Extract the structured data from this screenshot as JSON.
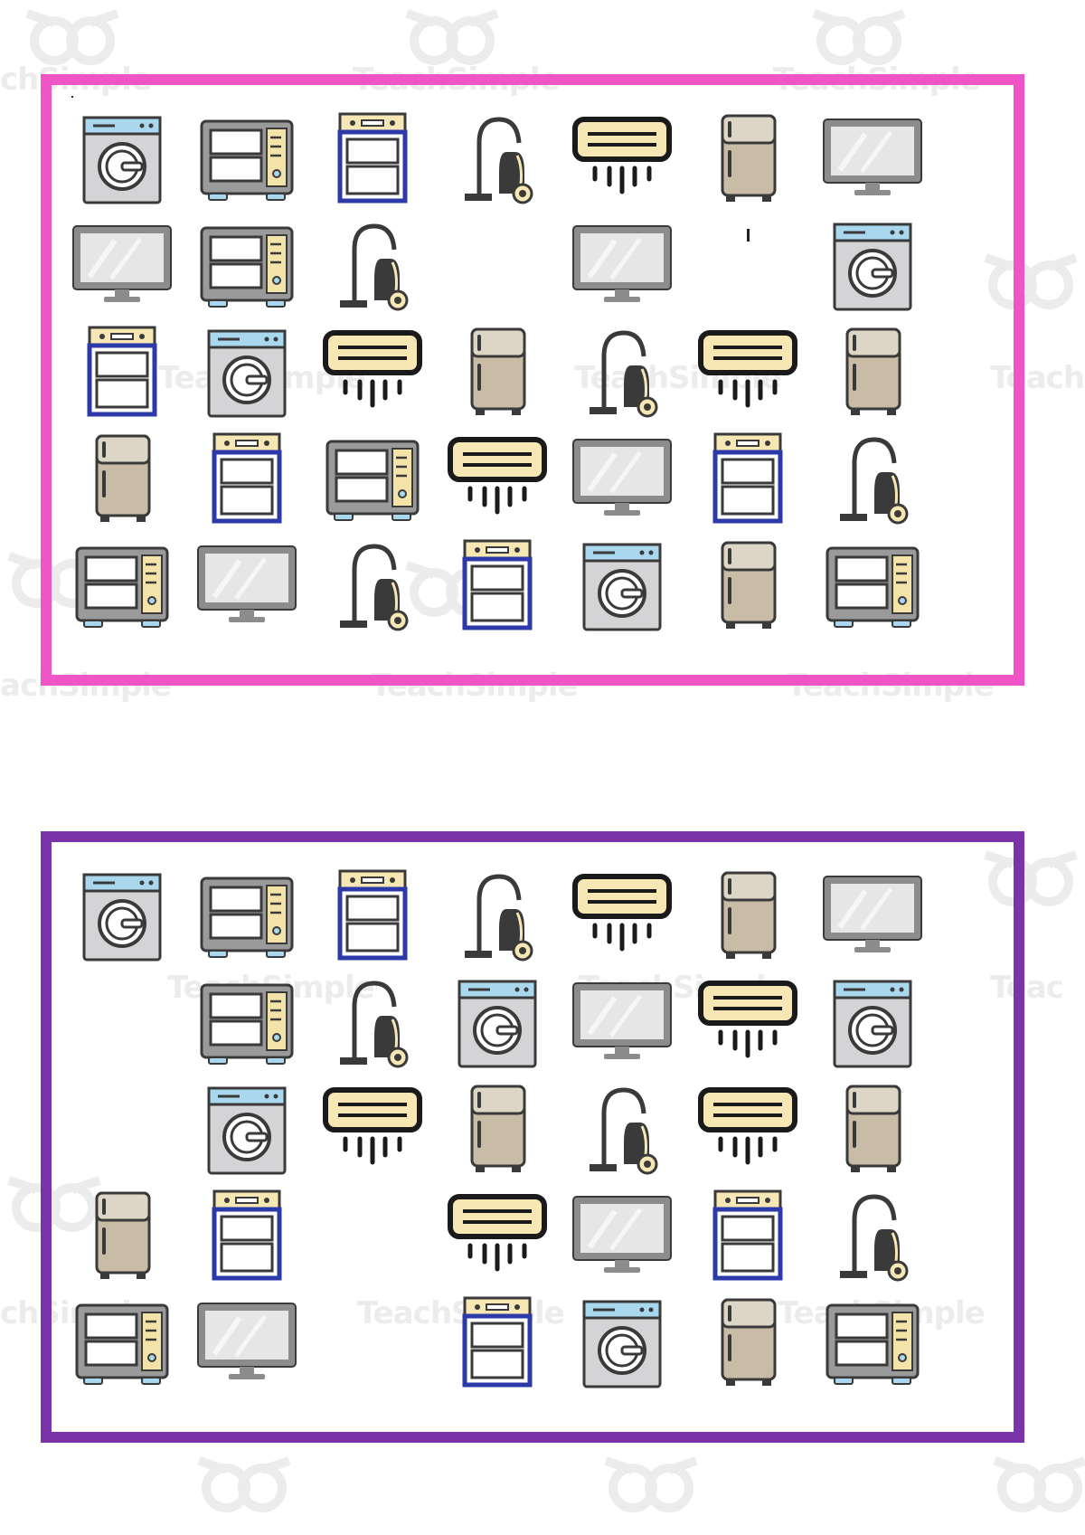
{
  "watermark": {
    "brand_text": "TeachSimple",
    "partial_texts": [
      "chSimple",
      "achSimple",
      "Teach",
      "Teac"
    ]
  },
  "colors": {
    "top_frame": "#f055c8",
    "bottom_frame": "#7a33a8",
    "icon_outline": "#3a3a3a",
    "washer_panel": "#a9d8ee",
    "microwave_panel": "#f3e3a8",
    "oven_blue": "#2b3aa8",
    "ac_cream": "#f6e7b4",
    "fridge_tan": "#c8bca7",
    "tv_gray": "#8c8c8c"
  },
  "icon_types": [
    "washing-machine",
    "microwave",
    "oven",
    "vacuum-cleaner",
    "air-conditioner",
    "refrigerator",
    "television"
  ],
  "grids": {
    "top": [
      [
        "washing-machine",
        "microwave",
        "oven",
        "vacuum-cleaner",
        "air-conditioner",
        "refrigerator",
        "television"
      ],
      [
        "television",
        "microwave",
        "vacuum-cleaner",
        "",
        "television",
        "",
        "washing-machine"
      ],
      [
        "oven",
        "washing-machine",
        "air-conditioner",
        "refrigerator",
        "vacuum-cleaner",
        "air-conditioner",
        "refrigerator"
      ],
      [
        "refrigerator",
        "oven",
        "microwave",
        "air-conditioner",
        "television",
        "oven",
        "vacuum-cleaner"
      ],
      [
        "microwave",
        "television",
        "vacuum-cleaner",
        "oven",
        "washing-machine",
        "refrigerator",
        "microwave"
      ]
    ],
    "bottom": [
      [
        "washing-machine",
        "microwave",
        "oven",
        "vacuum-cleaner",
        "air-conditioner",
        "refrigerator",
        "television"
      ],
      [
        "",
        "microwave",
        "vacuum-cleaner",
        "washing-machine",
        "television",
        "air-conditioner",
        "washing-machine"
      ],
      [
        "",
        "washing-machine",
        "air-conditioner",
        "refrigerator",
        "vacuum-cleaner",
        "air-conditioner",
        "refrigerator"
      ],
      [
        "refrigerator",
        "oven",
        "",
        "air-conditioner",
        "television",
        "oven",
        "vacuum-cleaner"
      ],
      [
        "microwave",
        "television",
        "",
        "oven",
        "washing-machine",
        "refrigerator",
        "microwave"
      ]
    ]
  }
}
